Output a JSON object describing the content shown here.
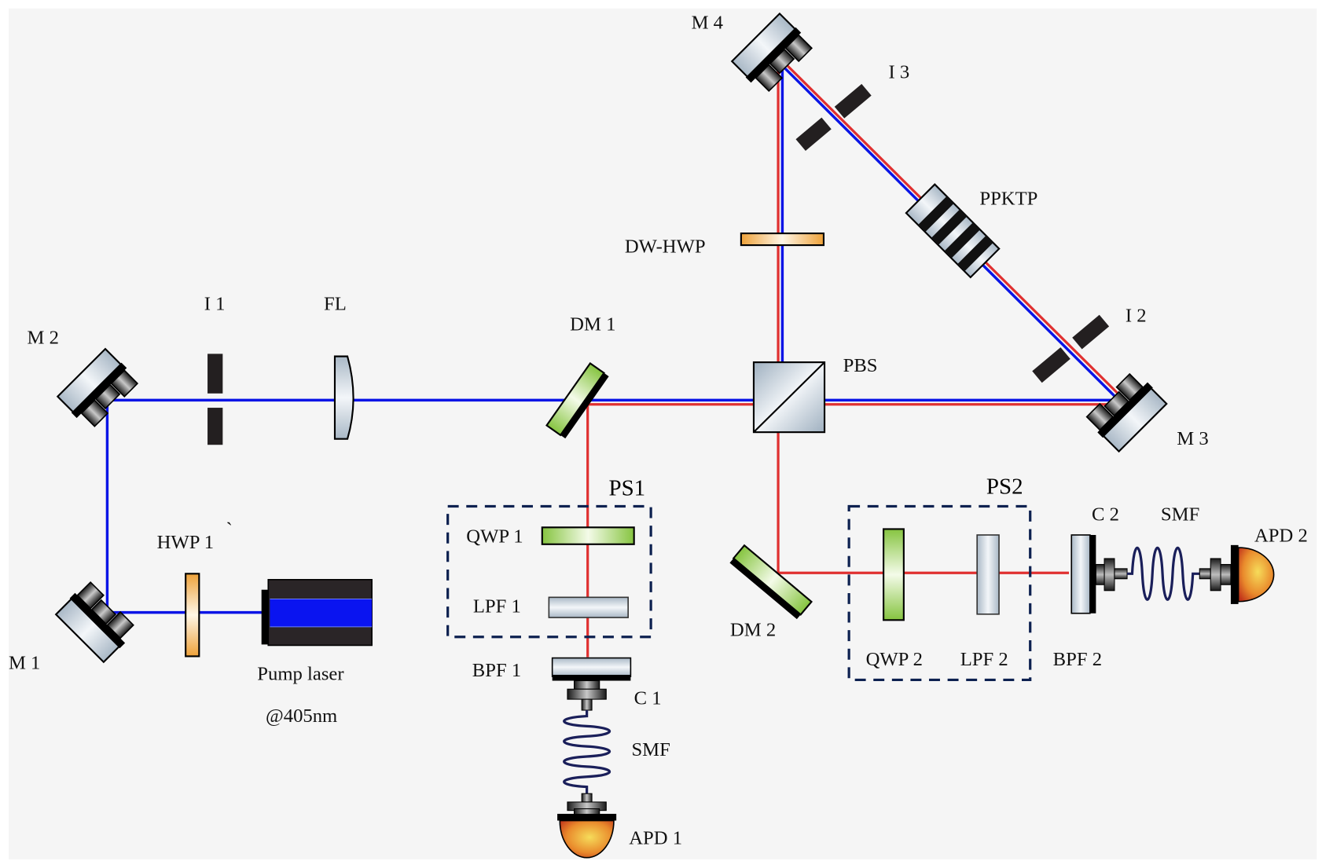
{
  "diagram": {
    "type": "optical-setup",
    "colors": {
      "background": "#f5f5f5",
      "pump_beam": "#0a14e6",
      "photon_beam": "#e03030",
      "mirror_glass": "#c3d0db",
      "waveplate_orange": "#f0a93a",
      "dichroic_green": "#8cc63f",
      "detector_orange": "#e06020",
      "fiber": "#1a1f5a",
      "dashed_box": "#0d2150"
    },
    "labels": {
      "m1": "M 1",
      "m2": "M 2",
      "m3": "M 3",
      "m4": "M 4",
      "i1": "I 1",
      "i2": "I 2",
      "i3": "I 3",
      "fl": "FL",
      "dm1": "DM 1",
      "dm2": "DM 2",
      "pbs": "PBS",
      "ppktp": "PPKTP",
      "dw_hwp": "DW-HWP",
      "hwp1": "HWP 1",
      "hwp1_mark": "`",
      "pump_laser": "Pump laser",
      "pump_wavelength": "@405nm",
      "ps1": "PS1",
      "ps2": "PS2",
      "qwp1": "QWP 1",
      "lpf1": "LPF 1",
      "bpf1": "BPF 1",
      "c1": "C 1",
      "smf1": "SMF",
      "apd1": "APD 1",
      "qwp2": "QWP 2",
      "lpf2": "LPF 2",
      "bpf2": "BPF 2",
      "c2": "C 2",
      "smf2": "SMF",
      "apd2": "APD 2"
    }
  }
}
